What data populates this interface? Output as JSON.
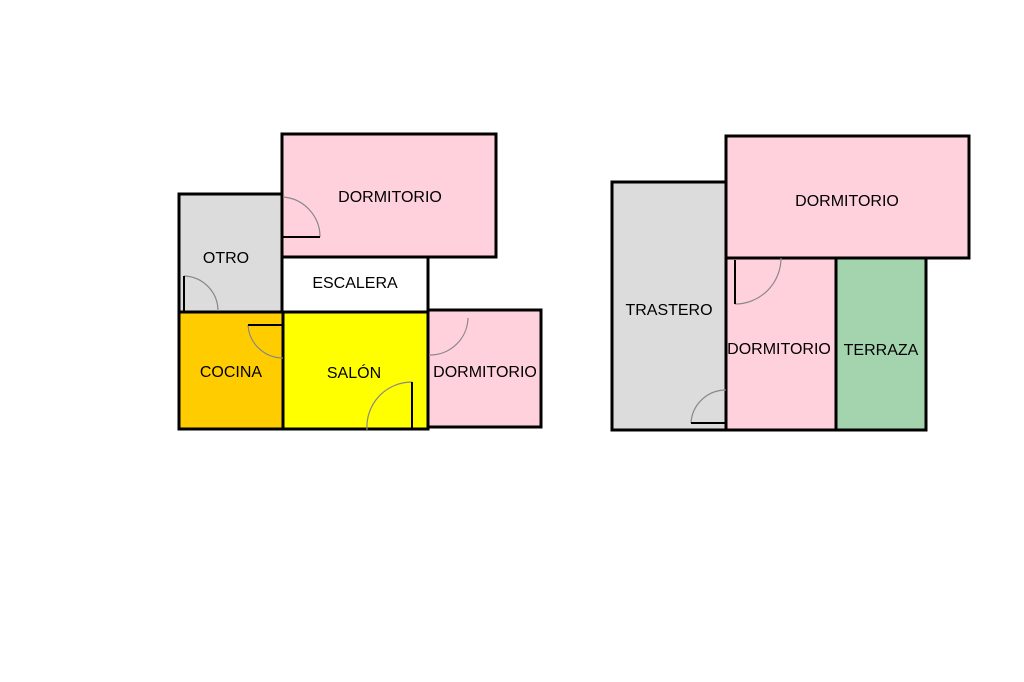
{
  "colors": {
    "dormitorio": "#FFD1DC",
    "otro": "#DCDCDC",
    "escalera": "#FFFFFF",
    "cocina": "#FFCC00",
    "salon": "#FFFF00",
    "trastero": "#DCDCDC",
    "terraza": "#A3D4AE"
  },
  "plan_left": {
    "rooms": {
      "dormitorio_top": "DORMITORIO",
      "otro": "OTRO",
      "escalera": "ESCALERA",
      "cocina": "COCINA",
      "salon": "SALÓN",
      "dormitorio_right": "DORMITORIO"
    }
  },
  "plan_right": {
    "rooms": {
      "trastero": "TRASTERO",
      "dormitorio_top": "DORMITORIO",
      "dormitorio_mid": "DORMITORIO",
      "terraza": "TERRAZA"
    }
  }
}
